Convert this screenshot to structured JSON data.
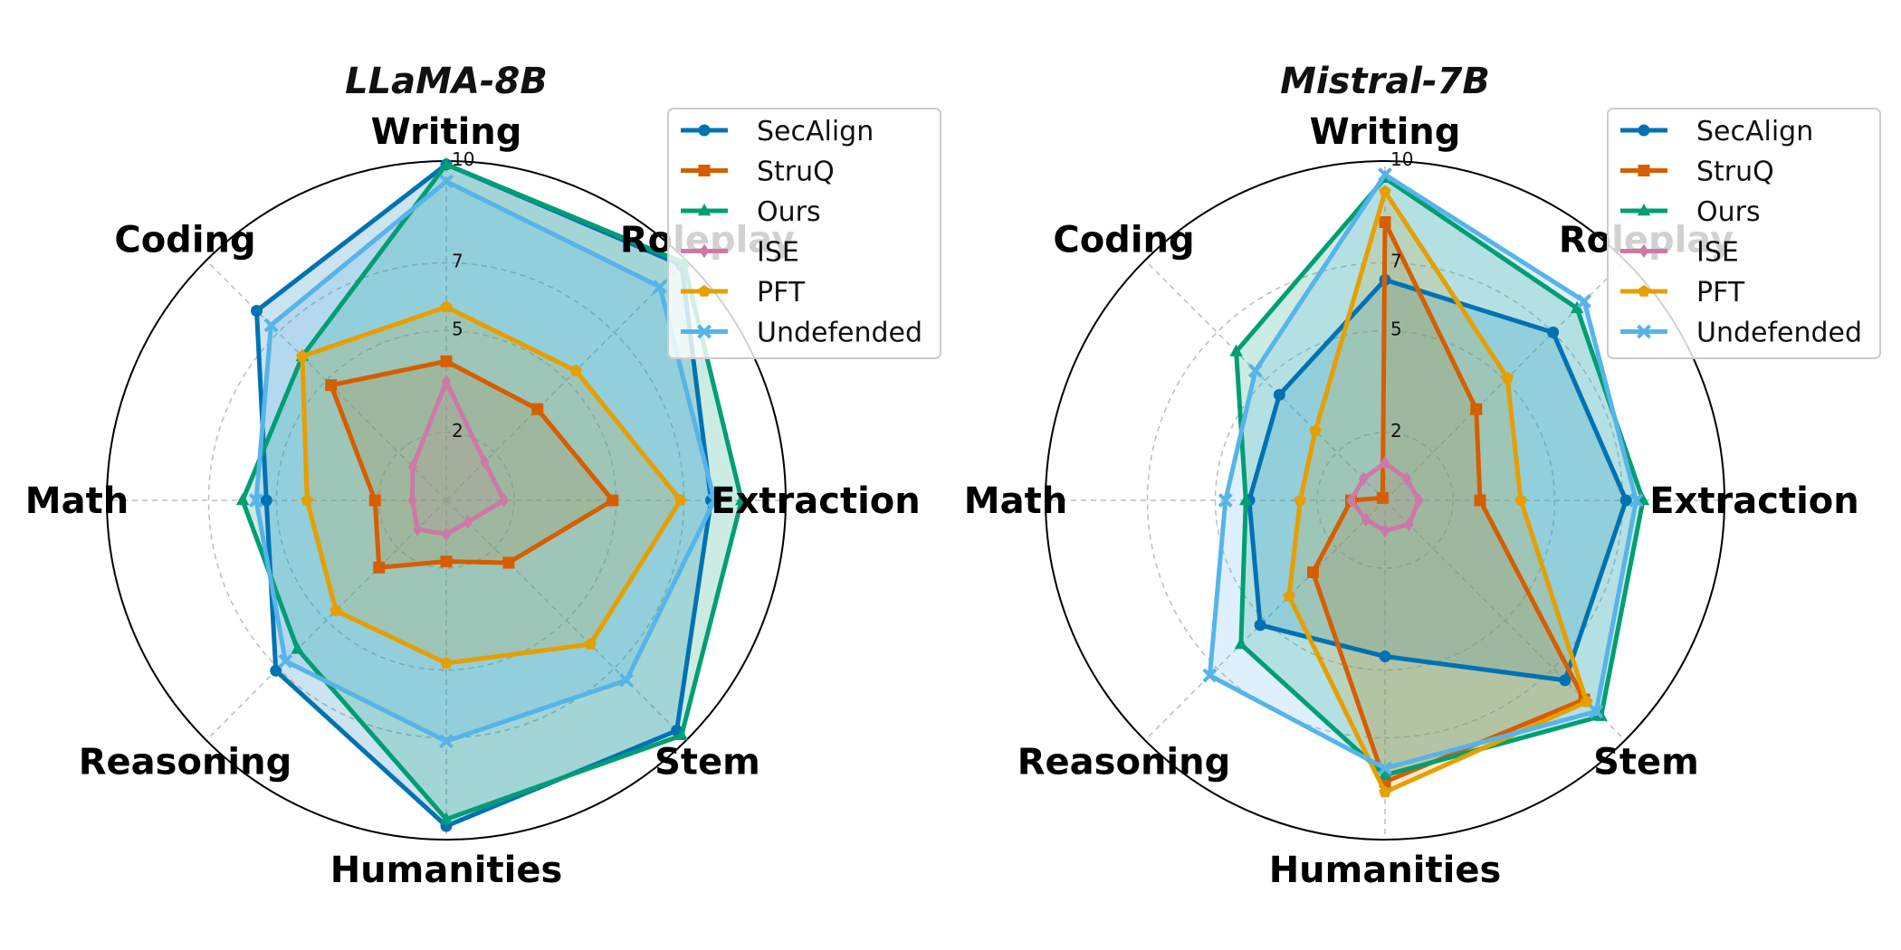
{
  "chart_data": [
    {
      "type": "radar",
      "title": "LLaMA-8B",
      "categories": [
        "Writing",
        "Roleplay",
        "Extraction",
        "Stem",
        "Humanities",
        "Reasoning",
        "Math",
        "Coding"
      ],
      "rlim": [
        0,
        10
      ],
      "rticks": [
        2,
        5,
        7,
        10
      ],
      "grid": true,
      "legend": "top-right",
      "series": [
        {
          "name": "SecAlign",
          "color": "#0072B2",
          "marker": "circle",
          "values": [
            9.9,
            9.8,
            7.8,
            9.6,
            9.6,
            7.1,
            5.3,
            7.9
          ]
        },
        {
          "name": "StruQ",
          "color": "#D55E00",
          "marker": "square",
          "values": [
            4.1,
            3.8,
            4.9,
            2.6,
            1.8,
            2.8,
            2.1,
            4.8
          ]
        },
        {
          "name": "Ours",
          "color": "#009E73",
          "marker": "triangle",
          "values": [
            9.9,
            9.9,
            8.7,
            9.8,
            9.4,
            6.2,
            6.0,
            6.0
          ]
        },
        {
          "name": "ISE",
          "color": "#CC79A7",
          "marker": "diamond",
          "values": [
            3.5,
            1.6,
            1.7,
            0.9,
            1.0,
            1.2,
            1.0,
            1.4
          ]
        },
        {
          "name": "PFT",
          "color": "#E69F00",
          "marker": "pentagon",
          "values": [
            5.7,
            5.4,
            6.9,
            6.0,
            4.8,
            4.6,
            4.1,
            6.0
          ]
        },
        {
          "name": "Undefended",
          "color": "#56B4E9",
          "marker": "x",
          "values": [
            9.4,
            8.9,
            7.9,
            7.5,
            7.1,
            6.7,
            5.6,
            7.3
          ]
        }
      ]
    },
    {
      "type": "radar",
      "title": "Mistral-7B",
      "categories": [
        "Writing",
        "Roleplay",
        "Extraction",
        "Stem",
        "Humanities",
        "Reasoning",
        "Math",
        "Coding"
      ],
      "rlim": [
        0,
        10
      ],
      "rticks": [
        2,
        5,
        7,
        10
      ],
      "grid": true,
      "legend": "top-right",
      "series": [
        {
          "name": "SecAlign",
          "color": "#0072B2",
          "marker": "circle",
          "values": [
            6.5,
            7.0,
            7.1,
            7.5,
            4.6,
            5.2,
            4.0,
            4.4
          ]
        },
        {
          "name": "StruQ",
          "color": "#D55E00",
          "marker": "square",
          "values": [
            8.2,
            3.8,
            2.8,
            8.3,
            8.3,
            3.0,
            1.0,
            0.1
          ]
        },
        {
          "name": "Ours",
          "color": "#009E73",
          "marker": "triangle",
          "values": [
            9.5,
            8.0,
            7.6,
            9.0,
            8.1,
            6.0,
            4.1,
            6.2
          ]
        },
        {
          "name": "ISE",
          "color": "#CC79A7",
          "marker": "diamond",
          "values": [
            1.1,
            0.9,
            1.0,
            1.0,
            0.9,
            0.8,
            1.0,
            0.9
          ]
        },
        {
          "name": "PFT",
          "color": "#E69F00",
          "marker": "pentagon",
          "values": [
            9.1,
            5.1,
            4.0,
            8.4,
            8.6,
            4.0,
            2.5,
            2.9
          ]
        },
        {
          "name": "Undefended",
          "color": "#56B4E9",
          "marker": "x",
          "values": [
            9.6,
            8.3,
            7.4,
            8.8,
            7.9,
            7.3,
            4.7,
            5.4
          ]
        }
      ]
    }
  ]
}
